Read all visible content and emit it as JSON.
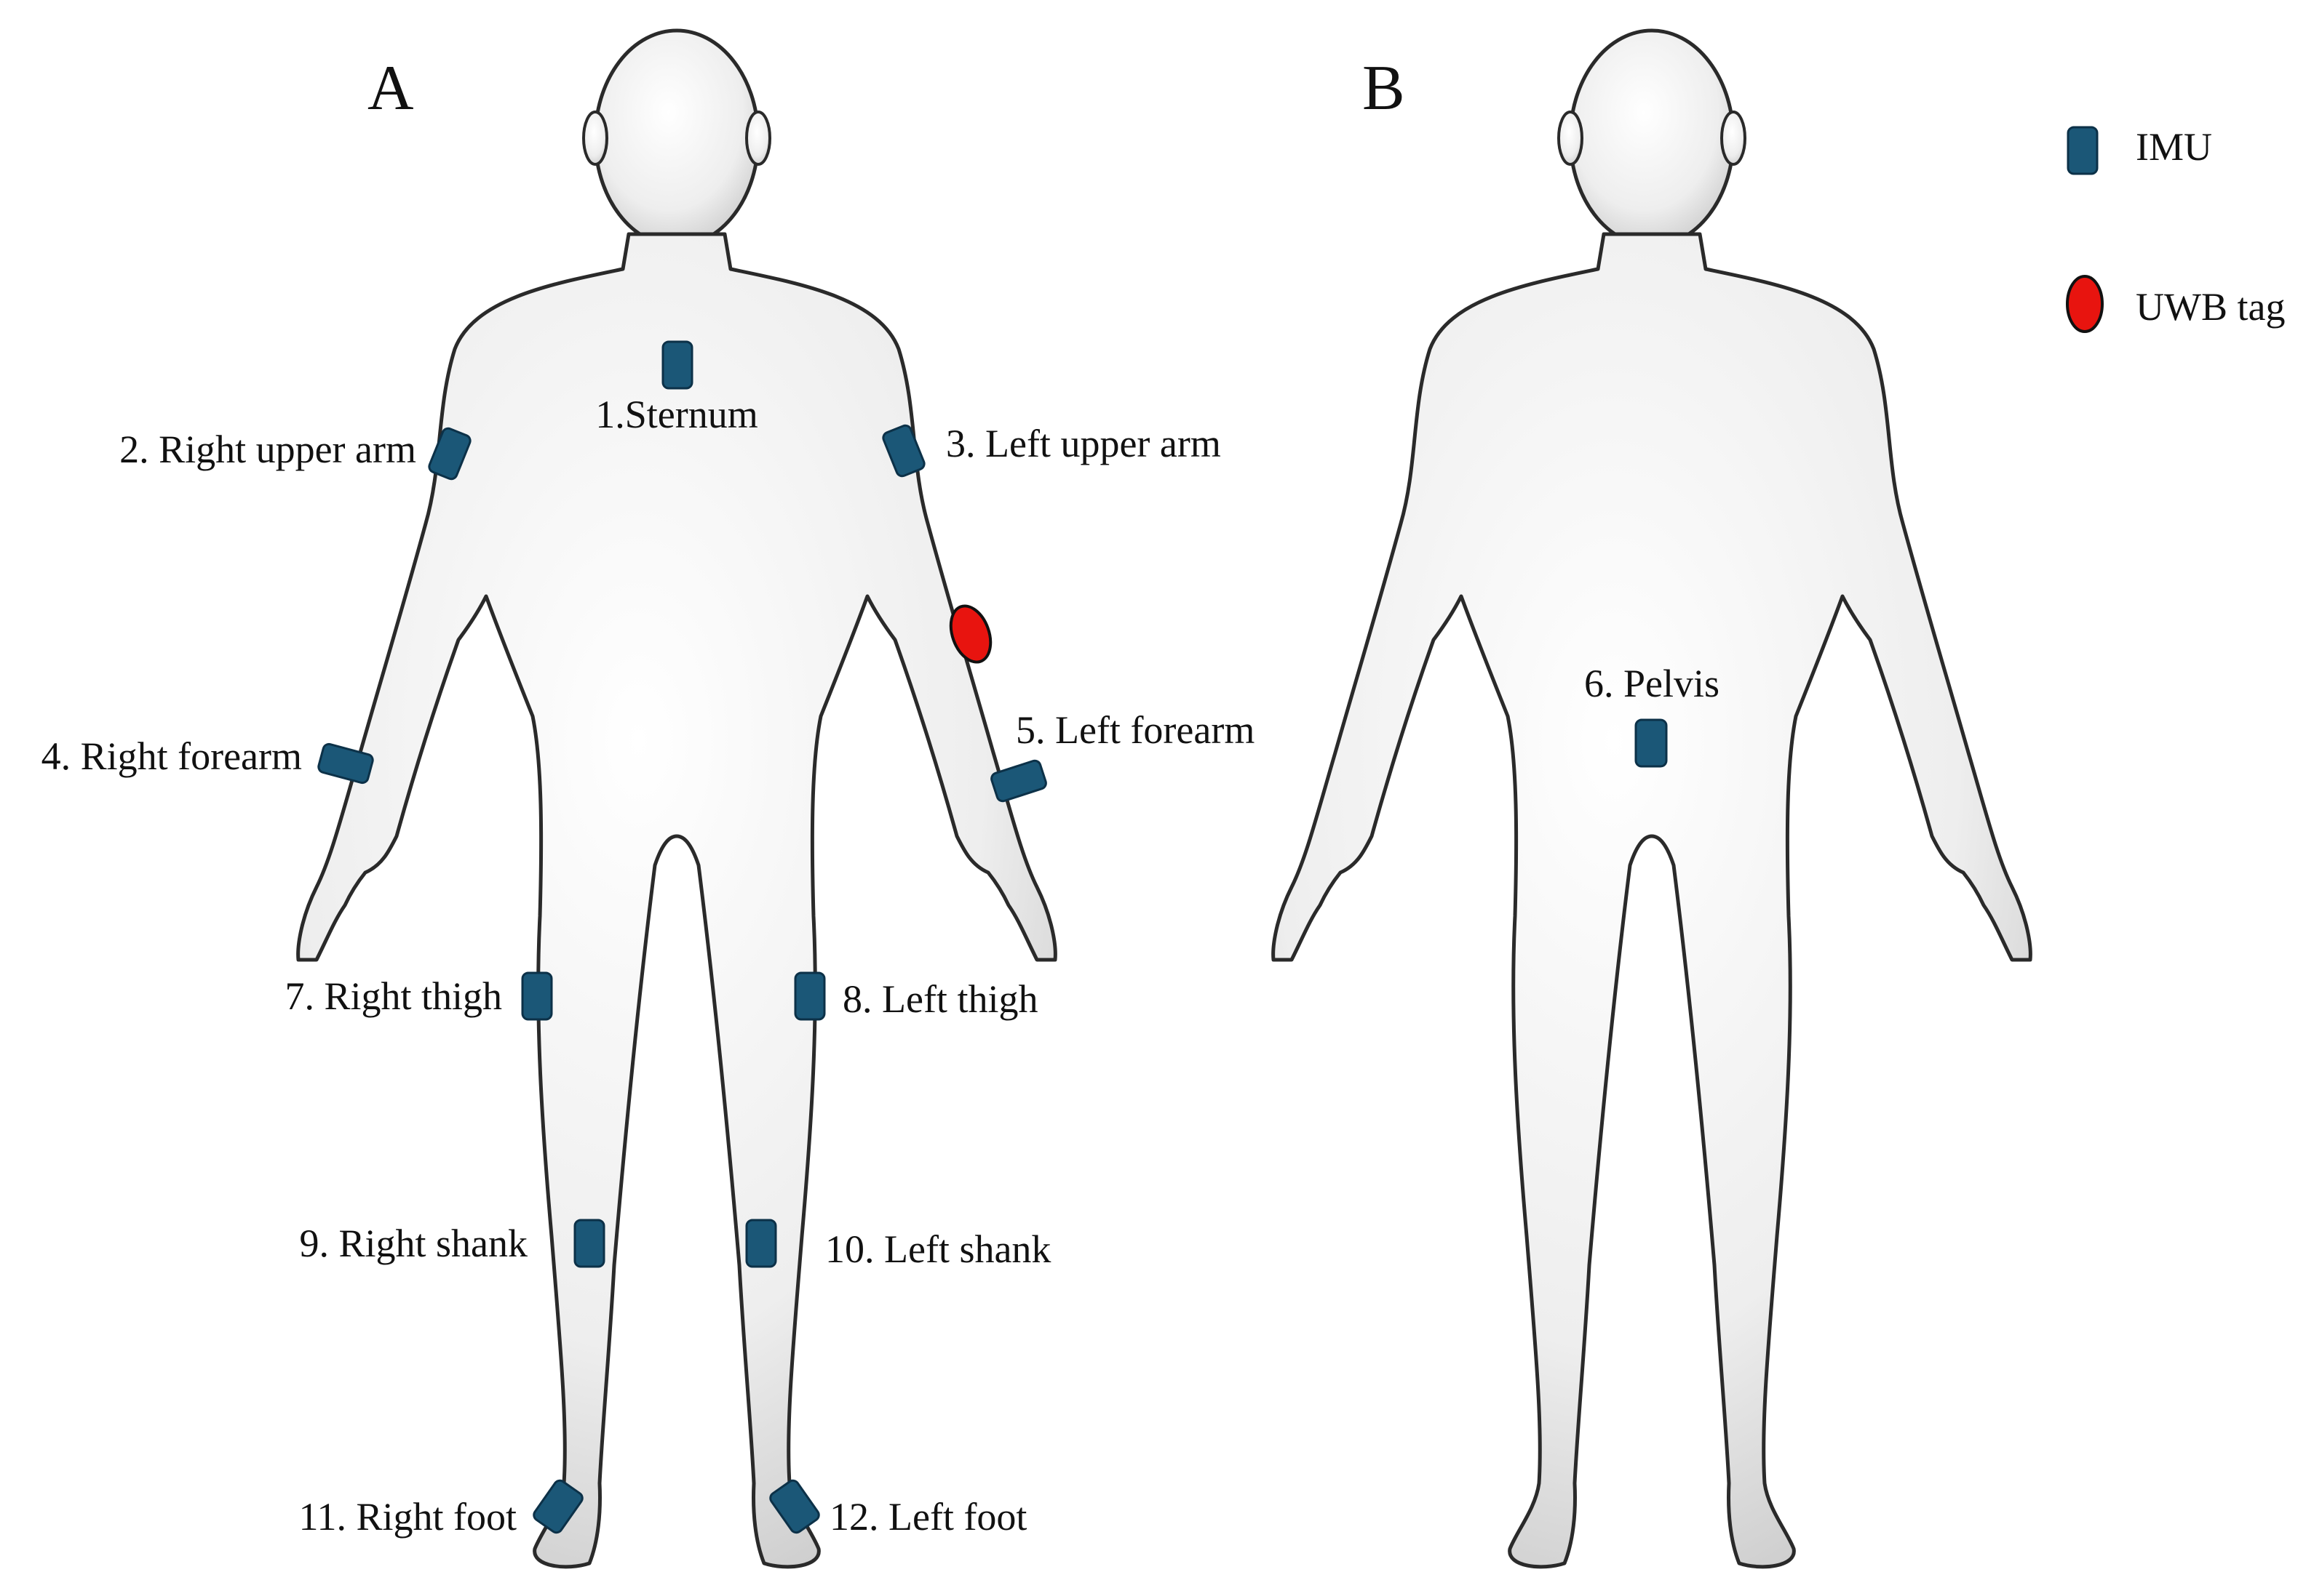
{
  "panels": {
    "front": "A",
    "back": "B"
  },
  "legend": {
    "imu_label": "IMU",
    "uwb_label": "UWB tag"
  },
  "colors": {
    "imu": "#1b5777",
    "imu_stroke": "#0c3148",
    "uwb": "#e8140f",
    "body_fill": "#f1f1f1",
    "body_outline": "#2a2a2a"
  },
  "sensors": {
    "sternum": "1.Sternum",
    "right_upper_arm": "2. Right upper arm",
    "left_upper_arm": "3. Left upper arm",
    "right_forearm": "4. Right forearm",
    "left_forearm": "5. Left forearm",
    "pelvis": "6. Pelvis",
    "right_thigh": "7. Right thigh",
    "left_thigh": "8. Left thigh",
    "right_shank": "9. Right shank",
    "left_shank": "10. Left shank",
    "right_foot": "11. Right foot",
    "left_foot": "12. Left foot"
  }
}
